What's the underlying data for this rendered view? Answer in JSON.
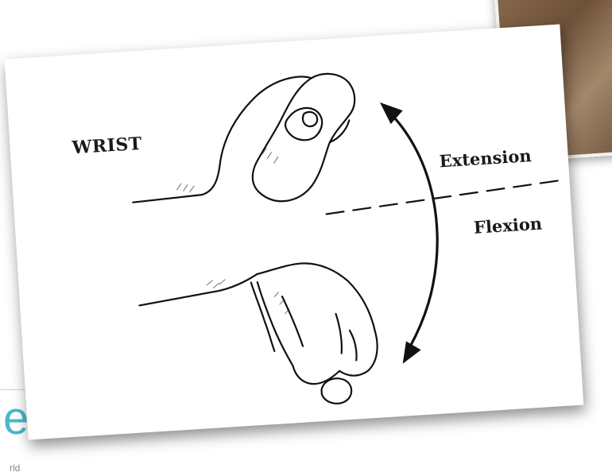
{
  "diagram": {
    "title": "WRIST",
    "labels": {
      "extension": "Extension",
      "flexion": "Flexion"
    },
    "motions": [
      "extension",
      "flexion"
    ]
  },
  "background": {
    "logo_letter": "e",
    "logo_tagline": "rld",
    "accent_color": "#4bb8c9"
  }
}
